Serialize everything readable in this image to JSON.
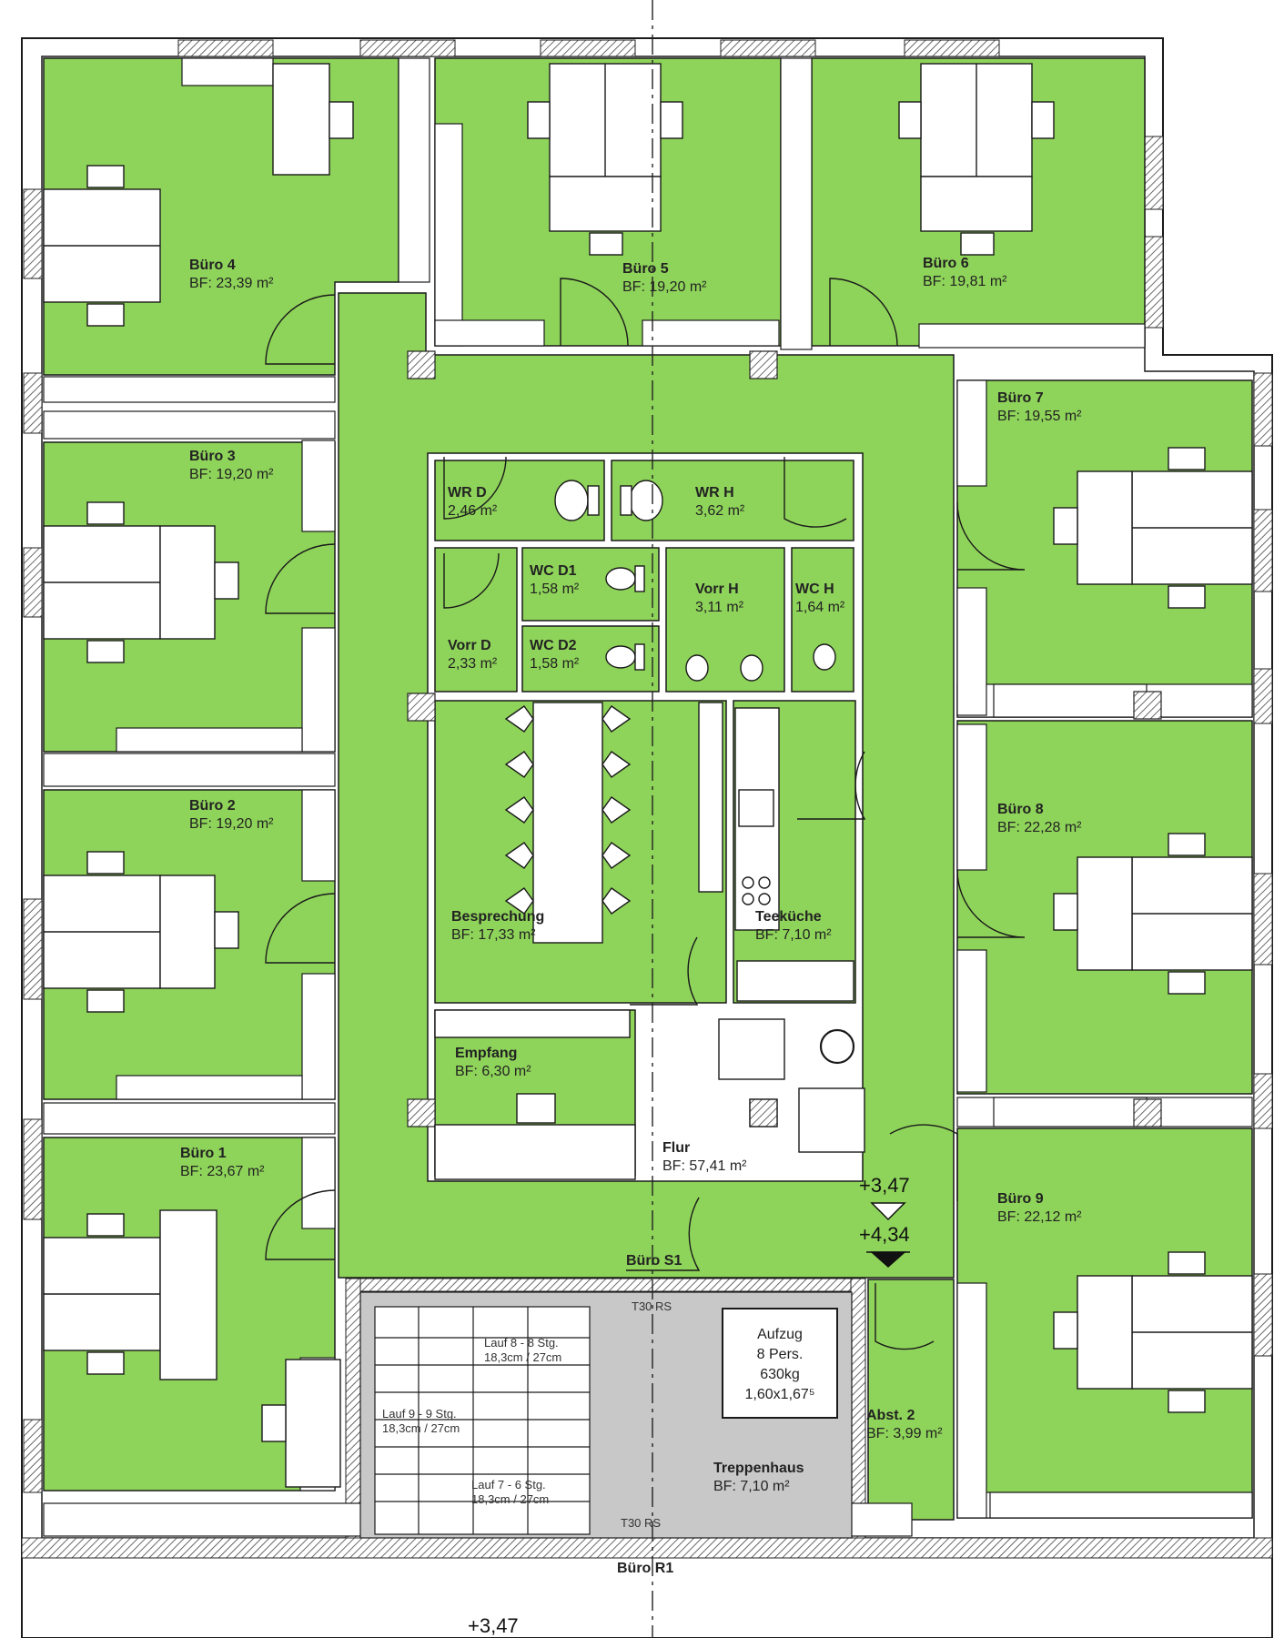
{
  "rooms": {
    "buero4": {
      "name": "Büro 4",
      "area": "BF: 23,39 m²"
    },
    "buero5": {
      "name": "Büro 5",
      "area": "BF: 19,20 m²"
    },
    "buero6": {
      "name": "Büro 6",
      "area": "BF: 19,81 m²"
    },
    "buero3": {
      "name": "Büro 3",
      "area": "BF: 19,20 m²"
    },
    "buero7": {
      "name": "Büro 7",
      "area": "BF: 19,55 m²"
    },
    "buero2": {
      "name": "Büro 2",
      "area": "BF: 19,20 m²"
    },
    "buero8": {
      "name": "Büro 8",
      "area": "BF: 22,28 m²"
    },
    "buero1": {
      "name": "Büro 1",
      "area": "BF: 23,67 m²"
    },
    "buero9": {
      "name": "Büro 9",
      "area": "BF: 22,12 m²"
    },
    "wrd": {
      "name": "WR D",
      "area": "2,46 m²"
    },
    "wrh": {
      "name": "WR H",
      "area": "3,62 m²"
    },
    "wcd1": {
      "name": "WC D1",
      "area": "1,58 m²"
    },
    "wcd2": {
      "name": "WC D2",
      "area": "1,58 m²"
    },
    "vorrd": {
      "name": "Vorr D",
      "area": "2,33 m²"
    },
    "vorrh": {
      "name": "Vorr H",
      "area": "3,11 m²"
    },
    "wch": {
      "name": "WC H",
      "area": "1,64 m²"
    },
    "besprechung": {
      "name": "Besprechung",
      "area": "BF:    17,33 m²"
    },
    "teekueche": {
      "name": "Teeküche",
      "area": "BF: 7,10 m²"
    },
    "empfang": {
      "name": "Empfang",
      "area": "BF: 6,30 m²"
    },
    "flur": {
      "name": "Flur",
      "area": "BF: 57,41 m²"
    },
    "abst2": {
      "name": "Abst. 2",
      "area": "BF: 3,99 m²"
    },
    "treppenhaus": {
      "name": "Treppenhaus",
      "area": "BF:    7,10 m²"
    },
    "buero_s1": {
      "name": "Büro S1"
    },
    "buero_r1": {
      "name": "Büro R1"
    }
  },
  "levels": {
    "upper": "+3,47",
    "lower": "+4,34",
    "bottom": "+3,47"
  },
  "doors": {
    "top": "T30 RS",
    "bottom": "T30 RS"
  },
  "stairs": {
    "lauf8": "Lauf 8 - 8 Stg.",
    "lauf8_dim": "18,3cm / 27cm",
    "lauf9": "Lauf 9 - 9 Stg.",
    "lauf9_dim": "18,3cm / 27cm",
    "lauf7": "Lauf 7 - 6 Stg.",
    "lauf7_dim": "18,3cm / 27cm"
  },
  "elevator": {
    "l1": "Aufzug",
    "l2": "8 Pers.",
    "l3": "630kg",
    "l4": "1,60x1,67⁵"
  },
  "colors": {
    "room": "#8fd45a",
    "wall": "#ffffff",
    "line": "#1a1a1a",
    "stair": "#c8c8c8",
    "hatch": "#444444"
  }
}
